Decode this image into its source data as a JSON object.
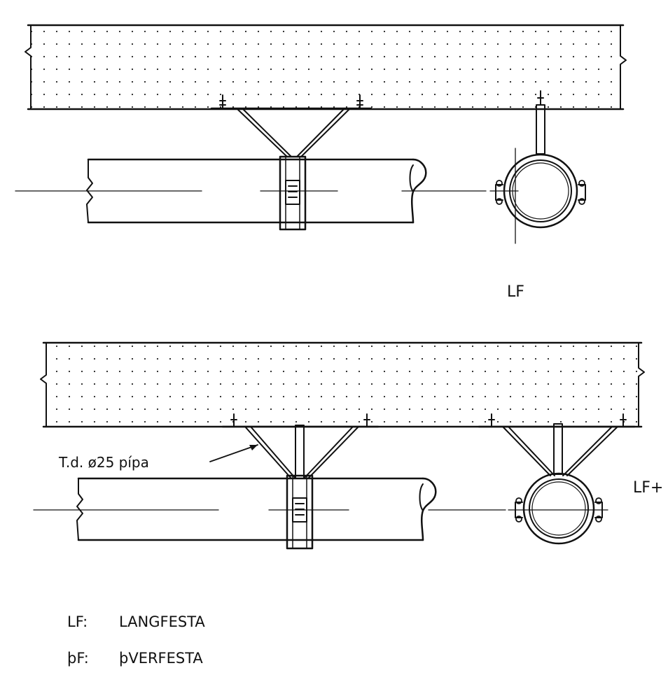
{
  "labels": {
    "view_1": "LF",
    "view_2": "LF+",
    "annotation": "T.d. ø25 pípa"
  },
  "legend": [
    {
      "code": "LF:",
      "text": "LANGFESTA"
    },
    {
      "code": "þF:",
      "text": "þVERFESTA"
    }
  ]
}
